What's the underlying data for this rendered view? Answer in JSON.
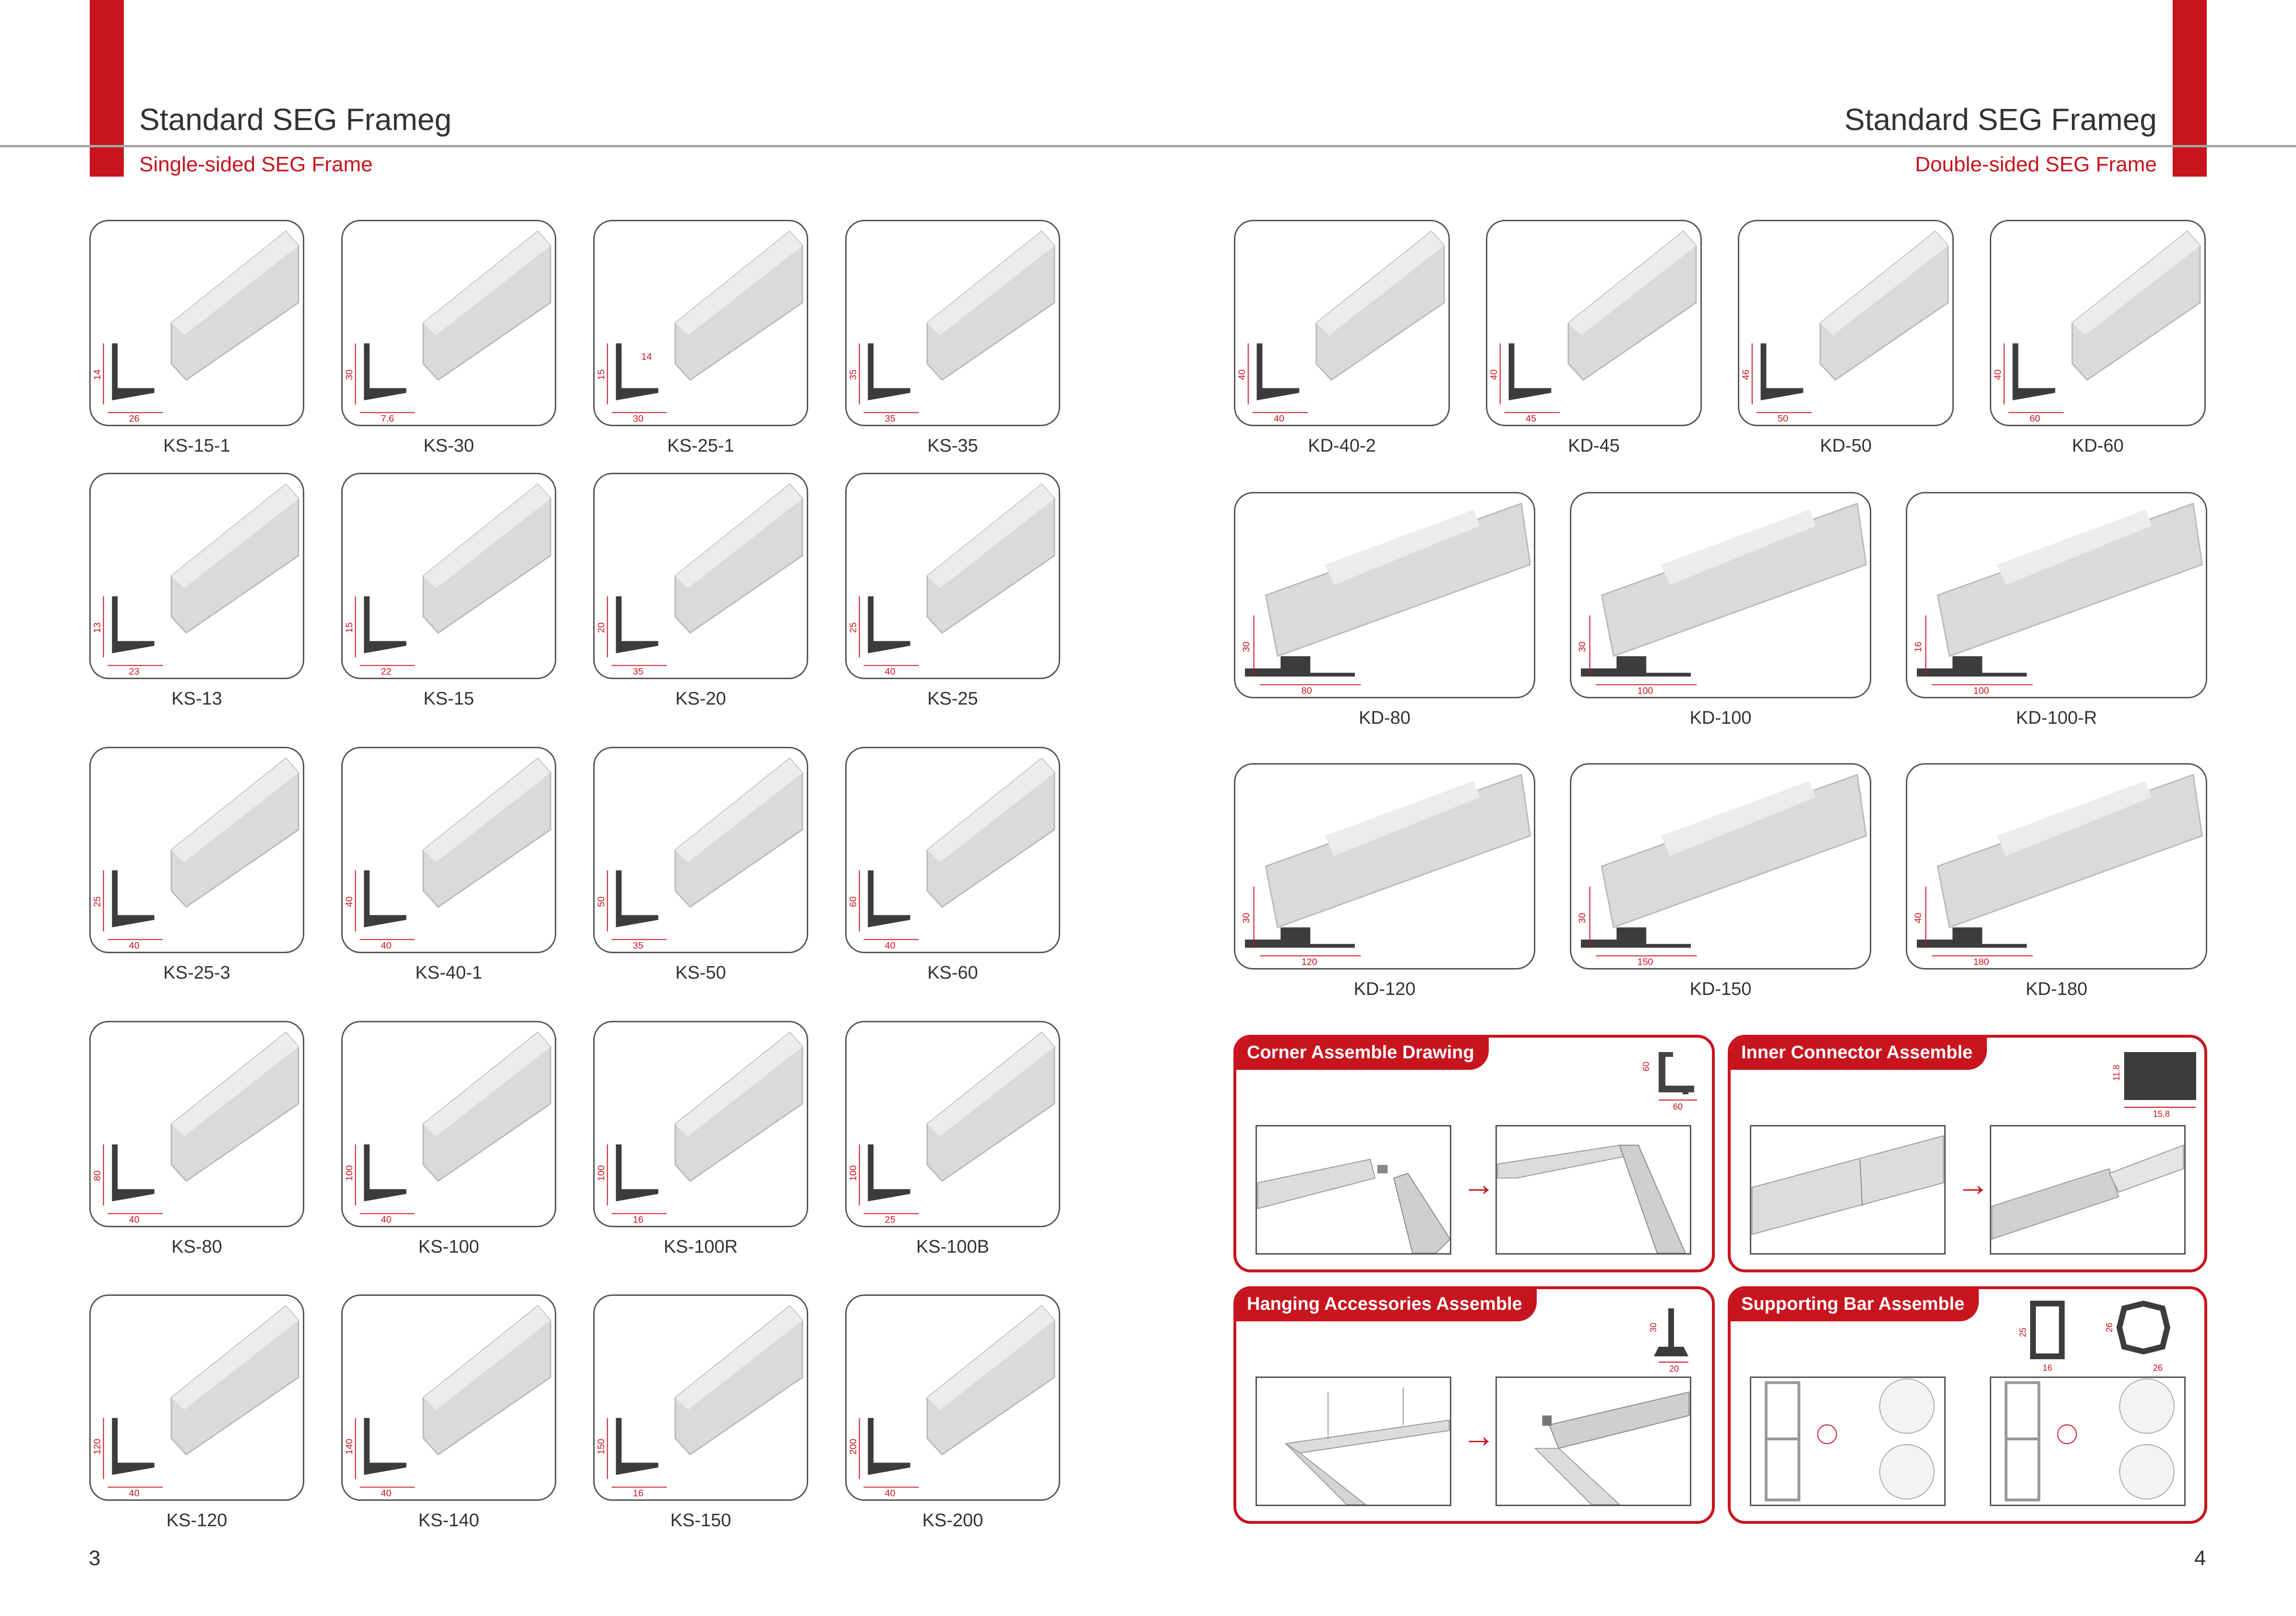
{
  "left_page": {
    "title": "Standard SEG Frameg",
    "subtitle": "Single-sided SEG Frame",
    "page_number": "3"
  },
  "right_page": {
    "title": "Standard SEG Frameg",
    "subtitle": "Double-sided SEG Frame",
    "page_number": "4"
  },
  "single_sided_products": [
    {
      "model": "KS-15-1",
      "height": "14",
      "width": "26"
    },
    {
      "model": "KS-30",
      "height": "30",
      "width": "7.6"
    },
    {
      "model": "KS-25-1",
      "height": "15",
      "width": "30",
      "extra": "14"
    },
    {
      "model": "KS-35",
      "height": "35",
      "width": "35"
    },
    {
      "model": "KS-13",
      "height": "13",
      "width": "23"
    },
    {
      "model": "KS-15",
      "height": "15",
      "width": "22"
    },
    {
      "model": "KS-20",
      "height": "20",
      "width": "35"
    },
    {
      "model": "KS-25",
      "height": "25",
      "width": "40"
    },
    {
      "model": "KS-25-3",
      "height": "25",
      "width": "40"
    },
    {
      "model": "KS-40-1",
      "height": "40",
      "width": "40"
    },
    {
      "model": "KS-50",
      "height": "50",
      "width": "35"
    },
    {
      "model": "KS-60",
      "height": "60",
      "width": "40"
    },
    {
      "model": "KS-80",
      "height": "80",
      "width": "40"
    },
    {
      "model": "KS-100",
      "height": "100",
      "width": "40"
    },
    {
      "model": "KS-100R",
      "height": "100",
      "width": "16"
    },
    {
      "model": "KS-100B",
      "height": "100",
      "width": "25"
    },
    {
      "model": "KS-120",
      "height": "120",
      "width": "40"
    },
    {
      "model": "KS-140",
      "height": "140",
      "width": "40"
    },
    {
      "model": "KS-150",
      "height": "150",
      "width": "16"
    },
    {
      "model": "KS-200",
      "height": "200",
      "width": "40"
    }
  ],
  "double_sided_small": [
    {
      "model": "KD-40-2",
      "height": "40",
      "width": "40"
    },
    {
      "model": "KD-45",
      "height": "40",
      "width": "45"
    },
    {
      "model": "KD-50",
      "height": "46",
      "width": "50"
    },
    {
      "model": "KD-60",
      "height": "40",
      "width": "60"
    }
  ],
  "double_sided_wide": [
    {
      "model": "KD-80",
      "height": "30",
      "width": "80"
    },
    {
      "model": "KD-100",
      "height": "30",
      "width": "100"
    },
    {
      "model": "KD-100-R",
      "height": "16",
      "width": "100"
    },
    {
      "model": "KD-120",
      "height": "30",
      "width": "120"
    },
    {
      "model": "KD-150",
      "height": "30",
      "width": "150"
    },
    {
      "model": "KD-180",
      "height": "40",
      "width": "180"
    }
  ],
  "assembly_panels": [
    {
      "title": "Corner Assemble Drawing",
      "dims": [
        "60",
        "60"
      ]
    },
    {
      "title": "Inner Connector Assemble",
      "dims": [
        "11.8",
        "15.8"
      ]
    },
    {
      "title": "Hanging Accessories Assemble",
      "dims": [
        "30",
        "20"
      ]
    },
    {
      "title": "Supporting Bar Assemble",
      "dims": [
        "25",
        "16",
        "26",
        "26"
      ]
    }
  ],
  "arrow_glyph": "→",
  "colors": {
    "accent": "#c8141e",
    "profile": "#d9dadb",
    "outline": "#555555",
    "rule": "#a6a6a6"
  }
}
